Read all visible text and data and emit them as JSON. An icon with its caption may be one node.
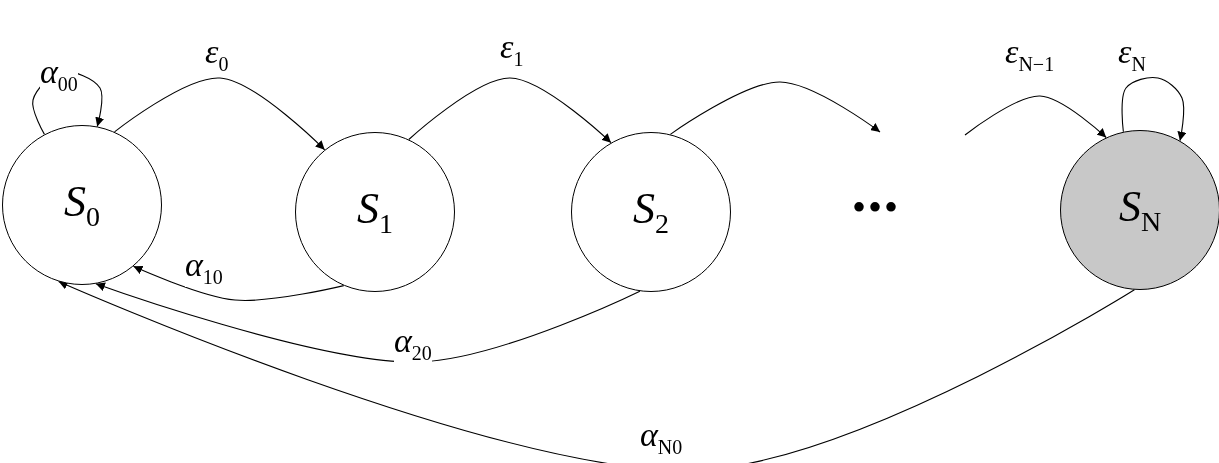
{
  "diagram": {
    "nodes": [
      {
        "text": [
          "*S*$_{0}$"
        ]
      },
      {
        "text": [
          "*S*$_{1}$"
        ]
      },
      {
        "text": [
          "*S*$_{2}$"
        ]
      },
      {
        "text": [
          "*S*$_{N}$"
        ]
      }
    ],
    "edges": [
      {
        "from": 0,
        "to": 0,
        "arrow": "to",
        "label": "*α*$_{00}$"
      },
      {
        "from": 0,
        "to": 1,
        "arrow": "to",
        "label": "*ε*$_{0}$"
      },
      {
        "from": 1,
        "to": 2,
        "arrow": "to",
        "label": "*ε*$_{1}$"
      },
      {
        "from": 2,
        "to": null,
        "arrow": "to"
      },
      {
        "from": null,
        "to": 3,
        "arrow": "to",
        "label": "*ε*$_{N−1}$"
      },
      {
        "from": 3,
        "to": 3,
        "arrow": "to",
        "label": "*ε*$_{N}$"
      },
      {
        "from": 1,
        "to": 0,
        "arrow": "to",
        "label": "*α*$_{10}$"
      },
      {
        "from": 2,
        "to": 0,
        "arrow": "to",
        "label": "*α*$_{20}$"
      },
      {
        "from": 3,
        "to": 0,
        "arrow": "to",
        "label": "*α*$_{N0}$"
      }
    ],
    "labels": [
      "•••"
    ]
  }
}
